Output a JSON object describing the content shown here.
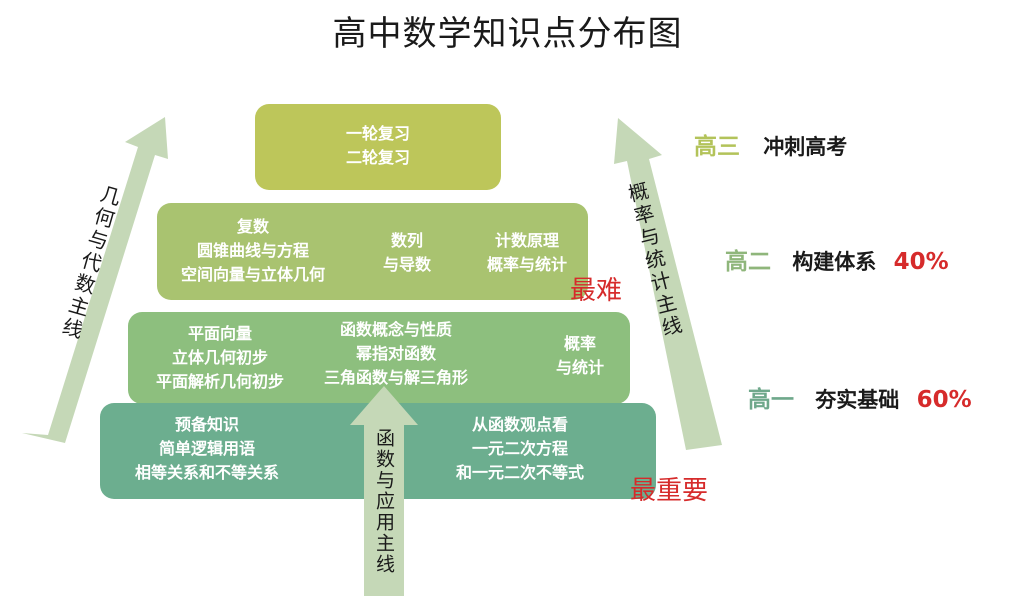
{
  "title": "高中数学知识点分布图",
  "tiers": {
    "top": {
      "lines": [
        "一轮复习",
        "二轮复习"
      ]
    },
    "second": {
      "col1": [
        "复数",
        "圆锥曲线与方程",
        "空间向量与立体几何"
      ],
      "col2": [
        "数列",
        "与导数"
      ],
      "col3": [
        "计数原理",
        "概率与统计"
      ]
    },
    "third": {
      "col1": [
        "平面向量",
        "立体几何初步",
        "平面解析几何初步"
      ],
      "col2": [
        "函数概念与性质",
        "幂指对函数",
        "三角函数与解三角形"
      ],
      "col3": [
        "概率",
        "与统计"
      ]
    },
    "base": {
      "col1": [
        "预备知识",
        "简单逻辑用语",
        "相等关系和不等关系"
      ],
      "col3": [
        "从函数观点看",
        "一元二次方程",
        "和一元二次不等式"
      ]
    }
  },
  "arrows": {
    "left_label": "几何与代数主线",
    "center_label": "函数与应用主线",
    "right_label": "概率与统计主线"
  },
  "stages": [
    {
      "grade": "高三",
      "desc": "冲刺高考",
      "pct": ""
    },
    {
      "grade": "高二",
      "desc": "构建体系",
      "pct": "40%"
    },
    {
      "grade": "高一",
      "desc": "夯实基础",
      "pct": "60%"
    }
  ],
  "marks": {
    "hardest": "最难",
    "most_important": "最重要"
  },
  "colors": {
    "top": "#bdc65a",
    "second": "#a9c370",
    "third": "#8dbf7e",
    "base": "#6cae8f",
    "arrow": "#c5d8b7",
    "grade_top": "#b3c35a",
    "grade_mid": "#8fb67b",
    "grade_low": "#6fa88b",
    "accent_red": "#d62b2b"
  }
}
